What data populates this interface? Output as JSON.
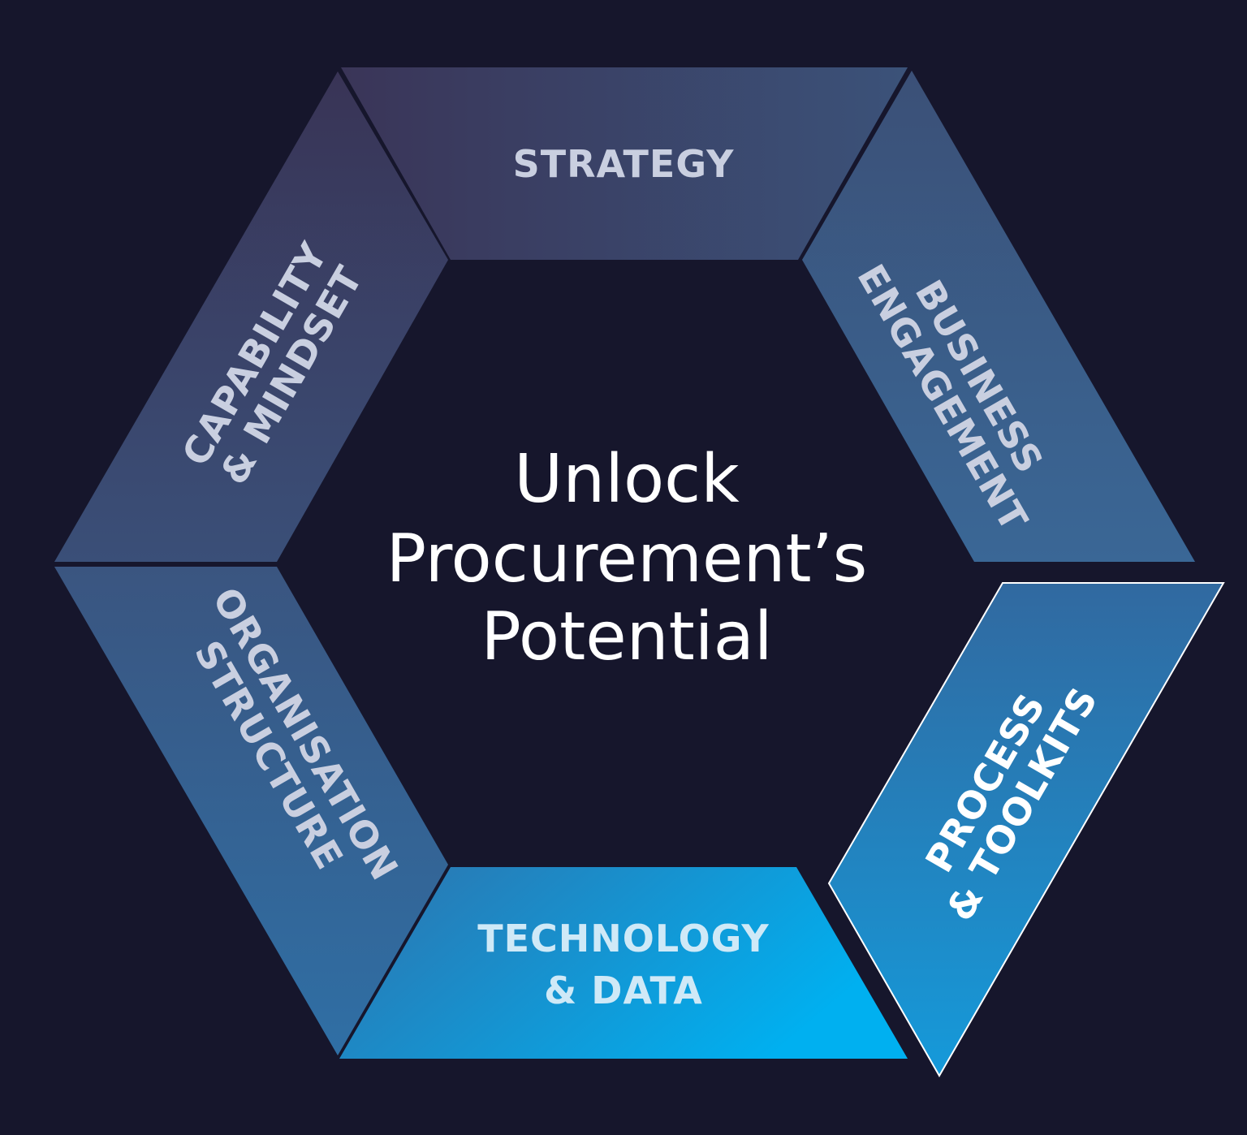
{
  "center": {
    "line1": "Unlock",
    "line2": "Procurement’s",
    "line3": "Potential"
  },
  "segments": {
    "strategy": {
      "line1": "STRATEGY"
    },
    "business_engagement": {
      "line1": "BUSINESS",
      "line2": "ENGAGEMENT"
    },
    "process_toolkits": {
      "line1": "PROCESS",
      "line2": "& TOOLKITS"
    },
    "technology_data": {
      "line1": "TECHNOLOGY",
      "line2": "& DATA"
    },
    "organisation_structure": {
      "line1": "ORGANISATION",
      "line2": "STRUCTURE"
    },
    "capability_mindset": {
      "line1": "CAPABILITY",
      "line2": "& MINDSET"
    }
  },
  "colors": {
    "background": "#16162c",
    "label_muted": "#c9cfe0",
    "label_bright": "#ffffff",
    "highlight_label": "#cfe9f7",
    "outline": "#ffffff"
  }
}
